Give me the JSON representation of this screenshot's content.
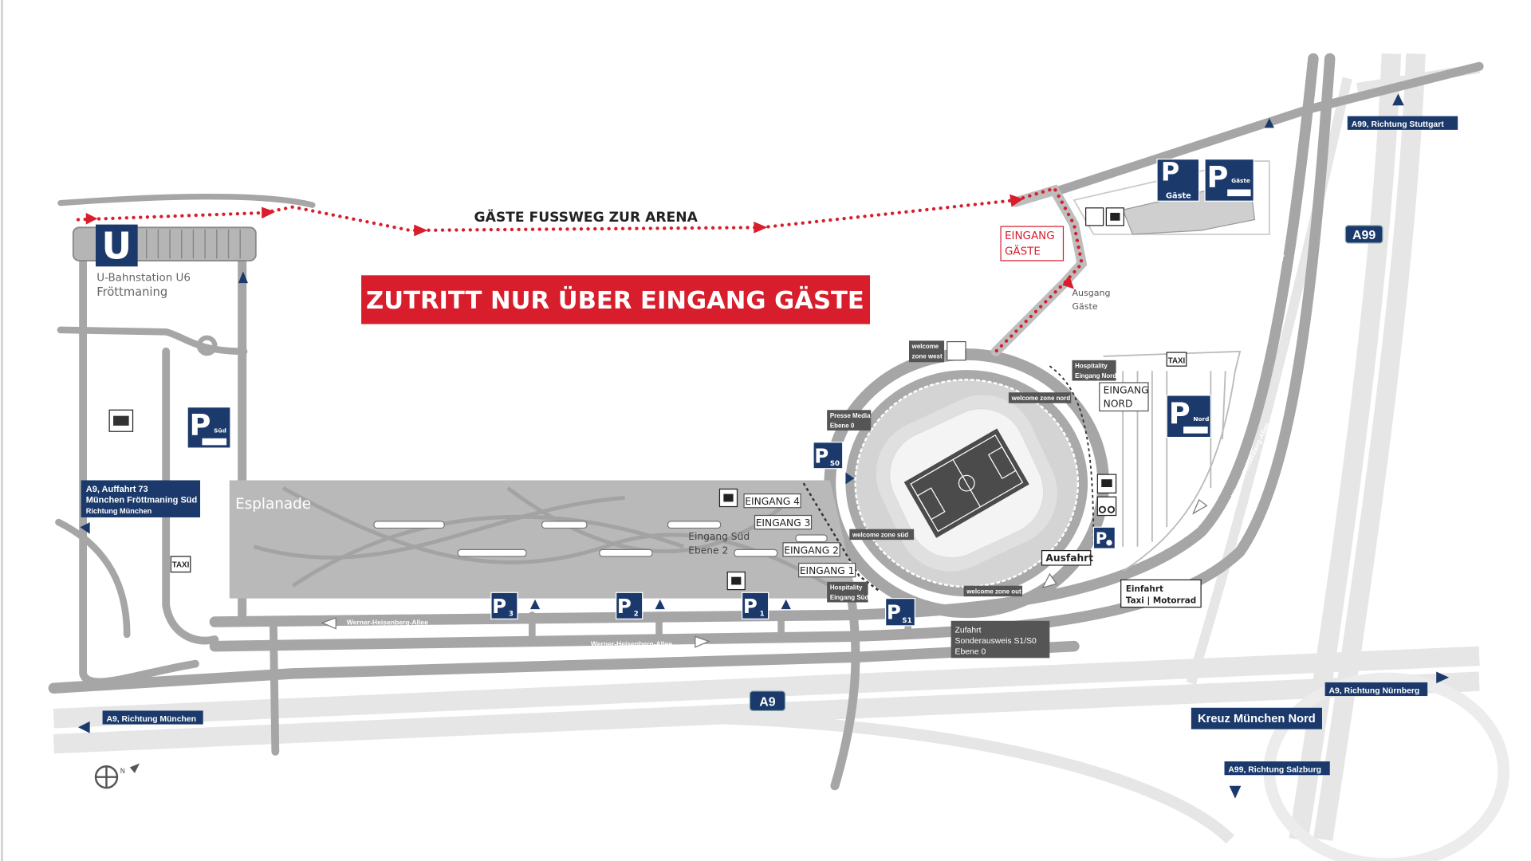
{
  "map": {
    "footpath_title": "GÄSTE FUSSWEG ZUR ARENA",
    "banner": "ZUTRITT NUR ÜBER EINGANG GÄSTE",
    "ubahn": {
      "sign": "U",
      "line1": "U-Bahnstation U6",
      "line2": "Fröttmaning"
    },
    "esplanade": "Esplanade",
    "entrances": [
      "EINGANG 4",
      "EINGANG 3",
      "EINGANG 2",
      "EINGANG 1"
    ],
    "eingang_sued": {
      "line1": "Eingang Süd",
      "line2": "Ebene 2"
    },
    "eingang_nord": {
      "line1": "EINGANG",
      "line2": "NORD"
    },
    "eingang_gaeste": {
      "line1": "EINGANG",
      "line2": "GÄSTE"
    },
    "ausgang_gaeste": {
      "line1": "Ausgang",
      "line2": "Gäste"
    },
    "zones": {
      "west": {
        "line1": "welcome",
        "line2": "zone west"
      },
      "nord": "welcome zone nord",
      "sued": "welcome zone süd",
      "out": "welcome zone out",
      "presse": {
        "line1": "Presse Media",
        "line2": "Ebene 0"
      },
      "hosp_nord": {
        "line1": "Hospitality",
        "line2": "Eingang Nord"
      },
      "hosp_sued": {
        "line1": "Hospitality",
        "line2": "Eingang Süd"
      }
    },
    "ausfahrt": "Ausfahrt",
    "einfahrt": {
      "line1": "Einfahrt",
      "line2": "Taxi | Motorrad"
    },
    "zufahrt": {
      "line1": "Zufahrt",
      "line2": "Sonderausweis S1/S0",
      "line3": "Ebene 0"
    },
    "parking": {
      "sued": {
        "letter": "P",
        "sub": "Süd"
      },
      "gaeste": {
        "letter": "P",
        "sub": "Gäste"
      },
      "gaeste_bus": {
        "letter": "P",
        "sub": "Gäste"
      },
      "nord": {
        "letter": "P",
        "sub": "Nord"
      },
      "s0": {
        "letter": "P",
        "sub": "S0"
      },
      "p3": {
        "letter": "P",
        "sub": "3"
      },
      "p2": {
        "letter": "P",
        "sub": "2"
      },
      "p1": {
        "letter": "P",
        "sub": "1"
      },
      "s1": {
        "letter": "P",
        "sub": "S1"
      },
      "disabled": {
        "letter": "P"
      }
    },
    "taxi": "TAXI",
    "street": "Werner-Heisenberg-Allee",
    "signs": {
      "auffahrt": {
        "line1": "A9, Auffahrt 73",
        "line2": "München Fröttmaning Süd",
        "line3": "Richtung München"
      },
      "a9_muenchen": "A9, Richtung München",
      "a9_nuernberg": "A9, Richtung Nürnberg",
      "a99_stuttgart": "A99, Richtung Stuttgart",
      "a99_salzburg": "A99, Richtung Salzburg",
      "kreuz": "Kreuz München Nord",
      "a9": "A9",
      "a99": "A99"
    },
    "compass": "N",
    "colors": {
      "navy": "#1b3a6b",
      "red": "#d81e2c",
      "road": "#a6a6a6",
      "highway": "#e6e6e6",
      "dark_label": "#555555"
    }
  }
}
